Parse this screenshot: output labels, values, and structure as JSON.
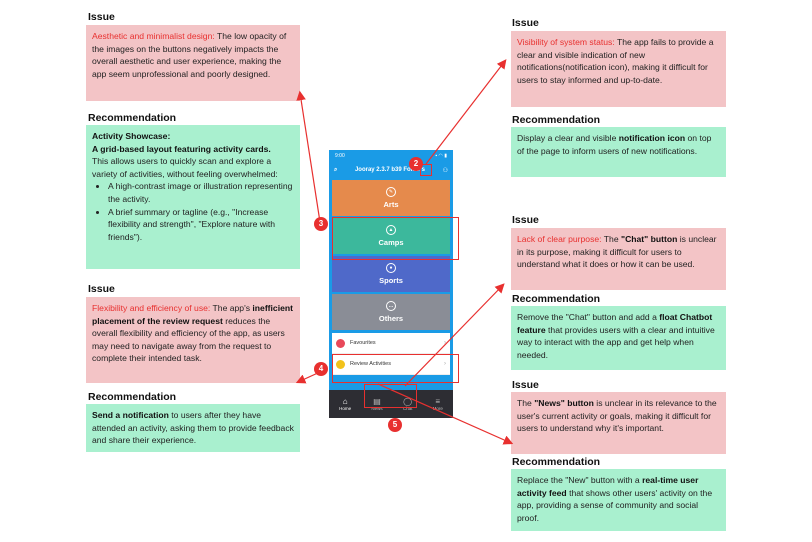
{
  "headers": {
    "issue": "Issue",
    "recommendation": "Recommendation"
  },
  "left": {
    "issue1": {
      "title": "Aesthetic and minimalist design:",
      "body": " The low opacity of the images on the buttons negatively impacts the overall aesthetic and user experience, making the app seem unprofessional and poorly designed."
    },
    "rec1": {
      "line1": "Activity Showcase:",
      "line2": "A grid-based layout featuring activity cards.",
      "body": "This allows users to quickly scan and explore a variety of activities, without feeling overwhelmed:",
      "bullet1": "A high-contrast image or illustration representing the activity.",
      "bullet2": "A brief summary or tagline (e.g., \"Increase flexibility and strength\", \"Explore nature with friends\")."
    },
    "issue2": {
      "title": "Flexibility and efficiency of use:",
      "pre": " The app's ",
      "bold": "inefficient placement of the review request",
      "post": " reduces the overall flexibility and efficiency of the app, as users may need to navigate away from the request to complete their intended task."
    },
    "rec2": {
      "bold": "Send a notification",
      "post": " to users after they have attended an activity, asking them to provide feedback and share their experience."
    }
  },
  "right": {
    "issue1": {
      "title": "Visibility of system status:",
      "body": " The app fails to provide a clear and visible indication of new notifications(notification icon), making it difficult for users to stay informed and up-to-date."
    },
    "rec1": {
      "pre": "Display a clear and visible ",
      "bold": "notification icon",
      "post": " on top of the page to inform users of new notifications."
    },
    "issue2": {
      "title": "Lack of clear purpose:",
      "pre": " The ",
      "bold": "\"Chat\" button",
      "post": " is unclear in its purpose, making it difficult for users to understand what it does or how it can be used."
    },
    "rec2": {
      "pre": "Remove the \"Chat\" button and add a ",
      "bold": "float Chatbot feature",
      "post": " that provides users with a clear and intuitive way to interact with the app and get help when needed."
    },
    "issue3": {
      "pre": "The ",
      "bold": "\"News\" button",
      "post": " is unclear in its relevance to the user's current activity or goals, making it difficult for users to understand why it's important."
    },
    "rec3": {
      "pre": "Replace the \"New\" button with a ",
      "bold": "real-time user activity feed",
      "post": " that shows other users' activity on the app, providing a sense of community and social proof."
    }
  },
  "phone": {
    "time": "9:00",
    "title": "Jooray 2.3.7 b39 Folders",
    "tiles": [
      "Arts",
      "Camps",
      "Sports",
      "Others"
    ],
    "list": [
      "Favourites",
      "Review Activities"
    ],
    "nav": [
      "Home",
      "News",
      "Chat",
      "More"
    ]
  },
  "badges": [
    "2",
    "3",
    "4",
    "5"
  ],
  "colors": {
    "issue": "#f3c4c6",
    "rec": "#a9f0cf",
    "red": "#e8302f",
    "phone": "#1a9be6"
  }
}
